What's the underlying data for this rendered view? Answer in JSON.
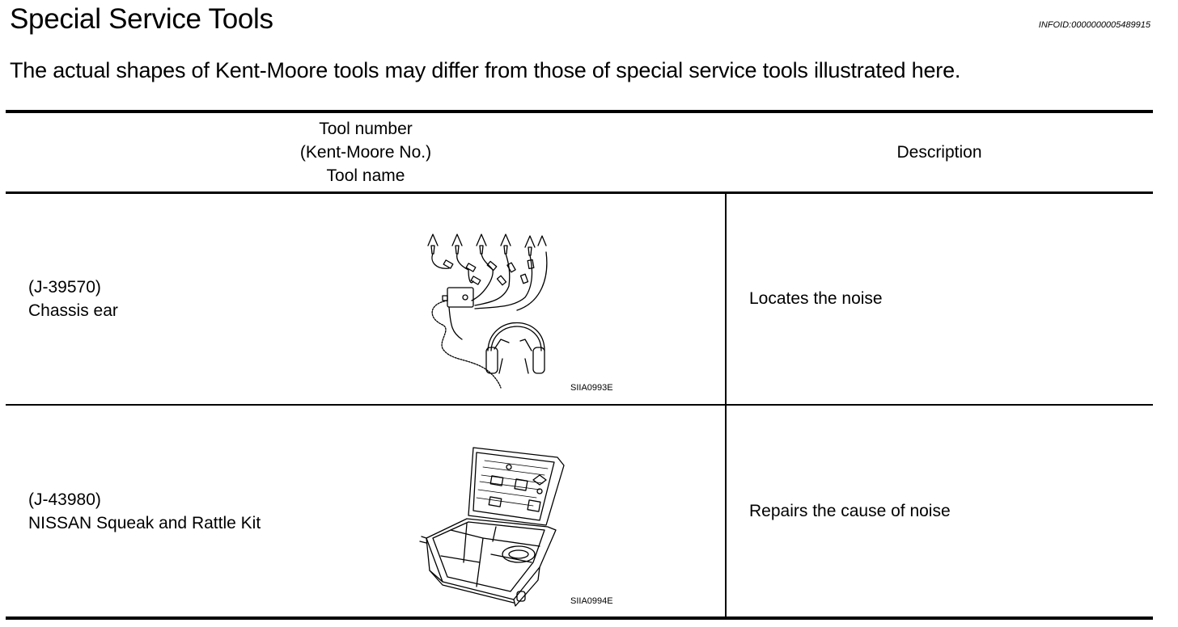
{
  "header": {
    "title": "Special Service Tools",
    "info_id": "INFOID:0000000005489915"
  },
  "intro": "The actual shapes of Kent-Moore tools may differ from those of special service tools illustrated here.",
  "table": {
    "columns": {
      "tool": [
        "Tool number",
        "(Kent-Moore No.)",
        "Tool name"
      ],
      "description": "Description"
    },
    "rows": [
      {
        "number": "(J-39570)",
        "name": "Chassis ear",
        "figure_code": "SIIA0993E",
        "figure_icon": "chassis-ear-headphones-clips-illustration",
        "description": "Locates the noise"
      },
      {
        "number": "(J-43980)",
        "name": "NISSAN Squeak and Rattle Kit",
        "figure_code": "SIIA0994E",
        "figure_icon": "open-toolbox-kit-illustration",
        "description": "Repairs the cause of noise"
      }
    ]
  }
}
